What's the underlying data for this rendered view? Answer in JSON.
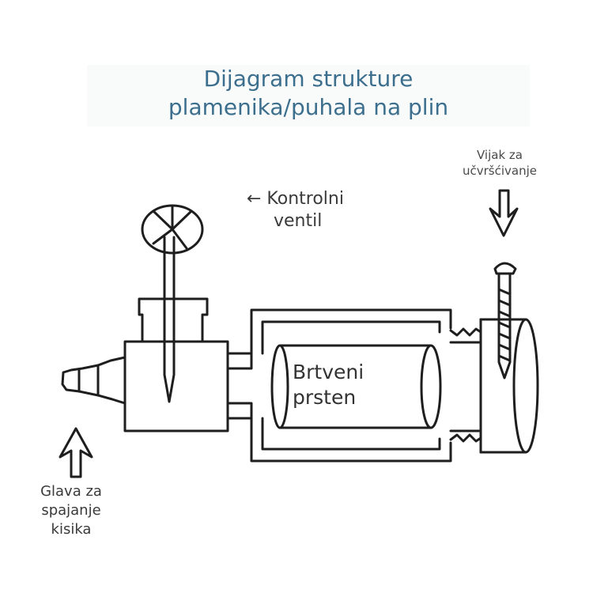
{
  "title": {
    "line1": "Dijagram strukture",
    "line2": "plamenika/puhala na plin"
  },
  "labels": {
    "control_valve": {
      "line1": "← Kontrolni",
      "line2": "ventil"
    },
    "fixing_screw": {
      "line1": "Vijak za",
      "line2": "učvršćivanje"
    },
    "sealing_ring": {
      "line1": "Brtveni",
      "line2": "prsten"
    },
    "oxygen_head": {
      "line1": "Glava za",
      "line2": "spajanje",
      "line3": "kisika"
    }
  },
  "colors": {
    "title": "#3c6e8e",
    "line": "#1e1e1e",
    "text": "#3a3a3a"
  },
  "icons": [
    "arrow-up-icon",
    "arrow-down-icon",
    "valve-handwheel-icon",
    "screw-icon"
  ]
}
